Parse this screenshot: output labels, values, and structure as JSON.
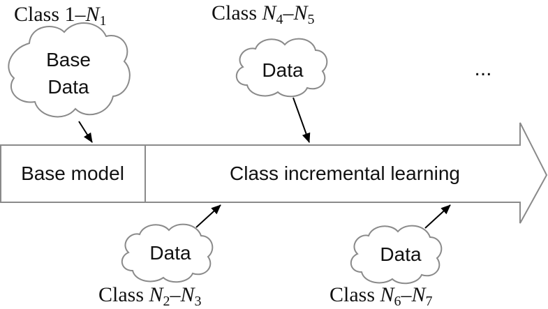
{
  "model": {
    "base_label": "Base model",
    "incremental_label": "Class incremental learning"
  },
  "clouds": [
    {
      "lines": [
        "Base",
        "Data"
      ],
      "class_prefix": "Class 1–",
      "class_var1": "N",
      "class_sub1": "1",
      "class_dash": "",
      "class_var2": "",
      "class_sub2": ""
    },
    {
      "lines": [
        "Data"
      ],
      "class_prefix": "Class ",
      "class_var1": "N",
      "class_sub1": "4",
      "class_dash": "–",
      "class_var2": "N",
      "class_sub2": "5"
    },
    {
      "lines": [
        "Data"
      ],
      "class_prefix": "Class ",
      "class_var1": "N",
      "class_sub1": "2",
      "class_dash": "–",
      "class_var2": "N",
      "class_sub2": "3"
    },
    {
      "lines": [
        "Data"
      ],
      "class_prefix": "Class ",
      "class_var1": "N",
      "class_sub1": "6",
      "class_dash": "–",
      "class_var2": "N",
      "class_sub2": "7"
    }
  ],
  "ellipsis": "..."
}
